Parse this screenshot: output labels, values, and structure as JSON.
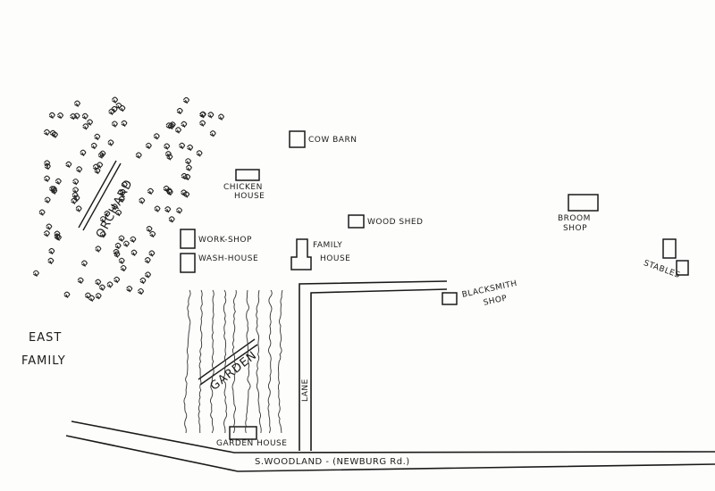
{
  "map": {
    "areas": {
      "orchard": "ORCHARD",
      "garden": "GARDEN",
      "east_family_line1": "EAST",
      "east_family_line2": "FAMILY"
    },
    "buildings": {
      "cow_barn": "COW BARN",
      "chicken_house_line1": "CHICKEN",
      "chicken_house_line2": "HOUSE",
      "wood_shed": "WOOD SHED",
      "broom_shop_line1": "BROOM",
      "broom_shop_line2": "SHOP",
      "work_shop": "WORK-SHOP",
      "wash_house": "WASH-HOUSE",
      "family_house_line1": "FAMILY",
      "family_house_line2": "HOUSE",
      "blacksmith_line1": "BLACKSMITH",
      "blacksmith_line2": "SHOP",
      "stables": "STABLES",
      "garden_house": "GARDEN HOUSE"
    },
    "roads": {
      "lane": "LANE",
      "main_road": "S.WOODLAND - (NEWBURG Rd.)"
    }
  }
}
